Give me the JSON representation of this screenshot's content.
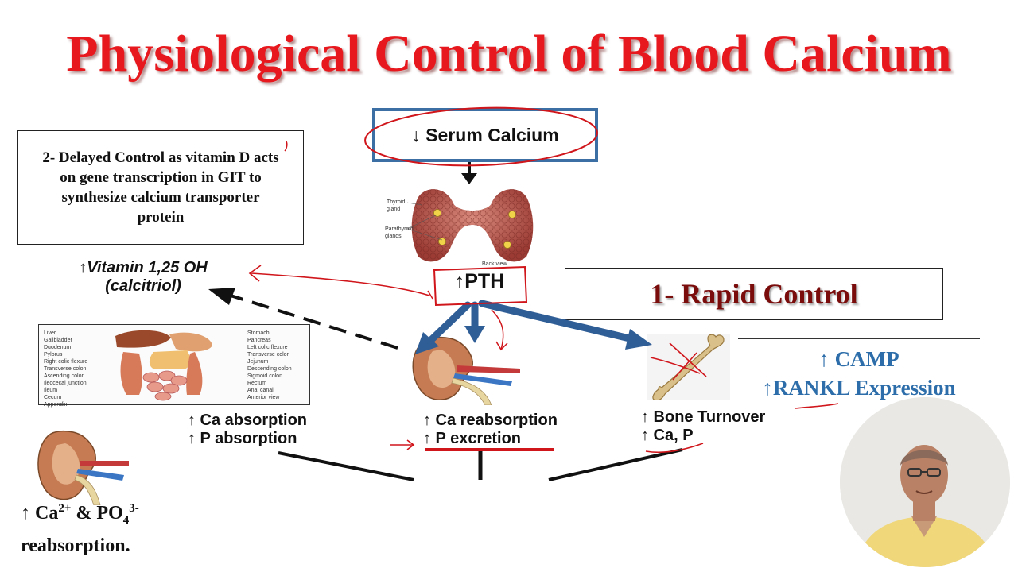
{
  "slide": {
    "title": "Physiological Control of Blood Calcium",
    "delayed_box": {
      "text": "2- Delayed Control as vitamin D acts on gene transcription in GIT to synthesize calcium transporter protein"
    },
    "serum": "↓ Serum Calcium",
    "thyroid_labels": [
      "Thyroid gland",
      "Parathyroid glands",
      "Back view"
    ],
    "pth": "↑PTH",
    "vitamin": {
      "line1": "↑Vitamin 1,25 OH",
      "line2": "(calcitriol)"
    },
    "rapid_control": "1-  Rapid Control",
    "camp": {
      "line1": "↑ CAMP",
      "line2": "↑RANKL Expression"
    },
    "gut": {
      "line1": "↑ Ca absorption",
      "line2": "↑ P absorption",
      "left_labels": [
        "Liver",
        "Gallbladder",
        "Duodenum",
        "Pylorus",
        "Right colic flexure",
        "Transverse colon",
        "Ascending colon",
        "Ileocecal junction",
        "Ileum",
        "Cecum",
        "Appendix"
      ],
      "right_labels": [
        "Stomach",
        "Pancreas",
        "Left colic flexure",
        "Transverse colon",
        "Jejunum",
        "Descending colon",
        "Sigmoid colon",
        "Rectum",
        "Anal canal",
        "Anterior view"
      ]
    },
    "kidney": {
      "line1": "↑ Ca reabsorption",
      "line2": "↑ P excretion"
    },
    "bone": {
      "line1": "↑ Bone Turnover",
      "line2": "↑ Ca, P"
    },
    "ions": {
      "arrow": "↑ Ca",
      "ca_sup": "2+",
      "amp": " & PO",
      "po_sub": "4",
      "po_sup": "3-",
      "line2": "reabsorption."
    },
    "colors": {
      "title": "#e8191e",
      "box_border": "#3c6fa3",
      "blue_arrow": "#2f5d96",
      "annotation_red": "#d0151b",
      "rapid_text": "#7a0c0c",
      "camp_text": "#2d6eaa"
    },
    "icons": [
      "thyroid-gland-icon",
      "kidney-icon",
      "bone-icon",
      "digestive-system-icon",
      "webcam-person"
    ]
  }
}
